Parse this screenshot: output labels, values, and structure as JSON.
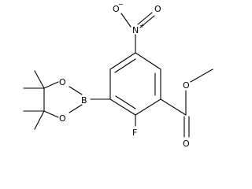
{
  "molecule": {
    "atoms": {
      "nitro_n": "N",
      "nitro_n_charge": "+",
      "nitro_o_left": "O",
      "nitro_o_left_charge": "−",
      "nitro_o_right": "O",
      "ester_o_single": "O",
      "ester_o_double": "O",
      "fluorine": "F",
      "boron": "B",
      "ring_o_top": "O",
      "ring_o_bottom": "O"
    },
    "colors": {
      "bond": "#000000",
      "text": "#000000",
      "background": "#ffffff"
    }
  }
}
